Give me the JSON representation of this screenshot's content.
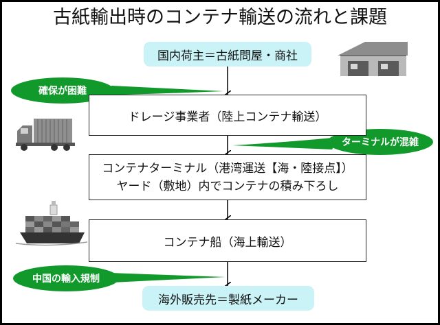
{
  "title": "古紙輸出時のコンテナ輸送の流れと課題",
  "steps": {
    "shipper": "国内荷主＝古紙問屋・商社",
    "drayage": "ドレージ事業者（陸上コンテナ輸送）",
    "terminal_line1": "コンテナターミナル（港湾運送【海・陸接点】）",
    "terminal_line2": "ヤード（敷地）内でコンテナの積み下ろし",
    "ship": "コンテナ船（海上輸送）",
    "buyer": "海外販売先＝製紙メーカー"
  },
  "issues": {
    "securing": "確保が困難",
    "congestion": "ターミナルが混雑",
    "china_regulation": "中国の輸入規制"
  },
  "icons": [
    "warehouse-icon",
    "container-truck-icon",
    "container-ship-icon"
  ],
  "colors": {
    "step_fill": "#c9f3f6",
    "issue_fill": "#119a2b",
    "issue_text": "#ffffff"
  }
}
